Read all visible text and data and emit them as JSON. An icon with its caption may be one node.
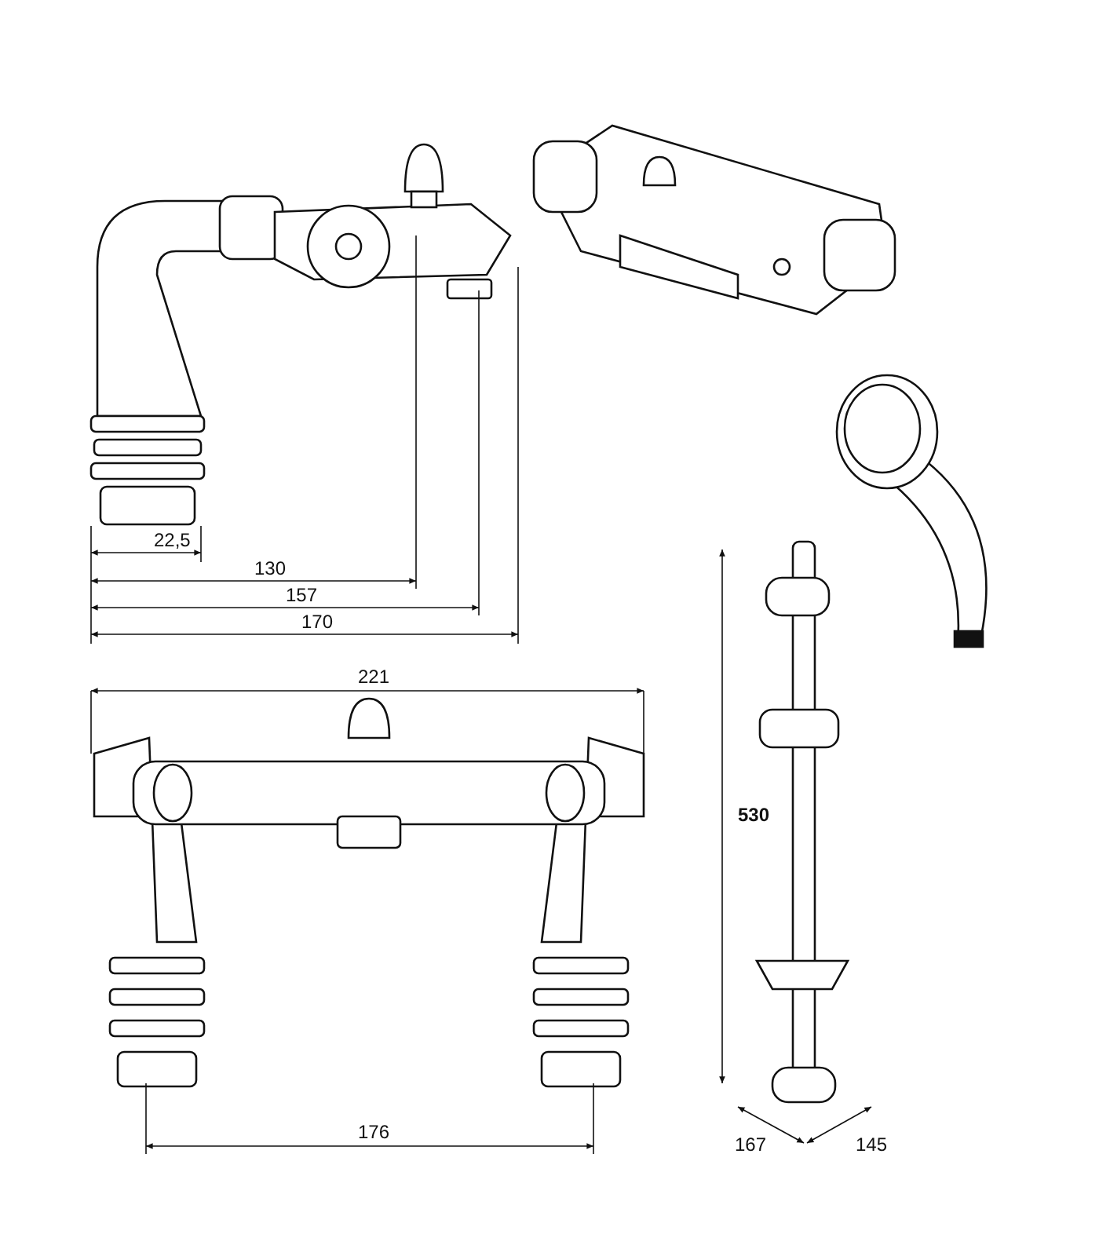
{
  "diagram": {
    "labels": [
      "22,5",
      "130",
      "157",
      "170",
      "221",
      "176",
      "530",
      "167",
      "145"
    ]
  }
}
